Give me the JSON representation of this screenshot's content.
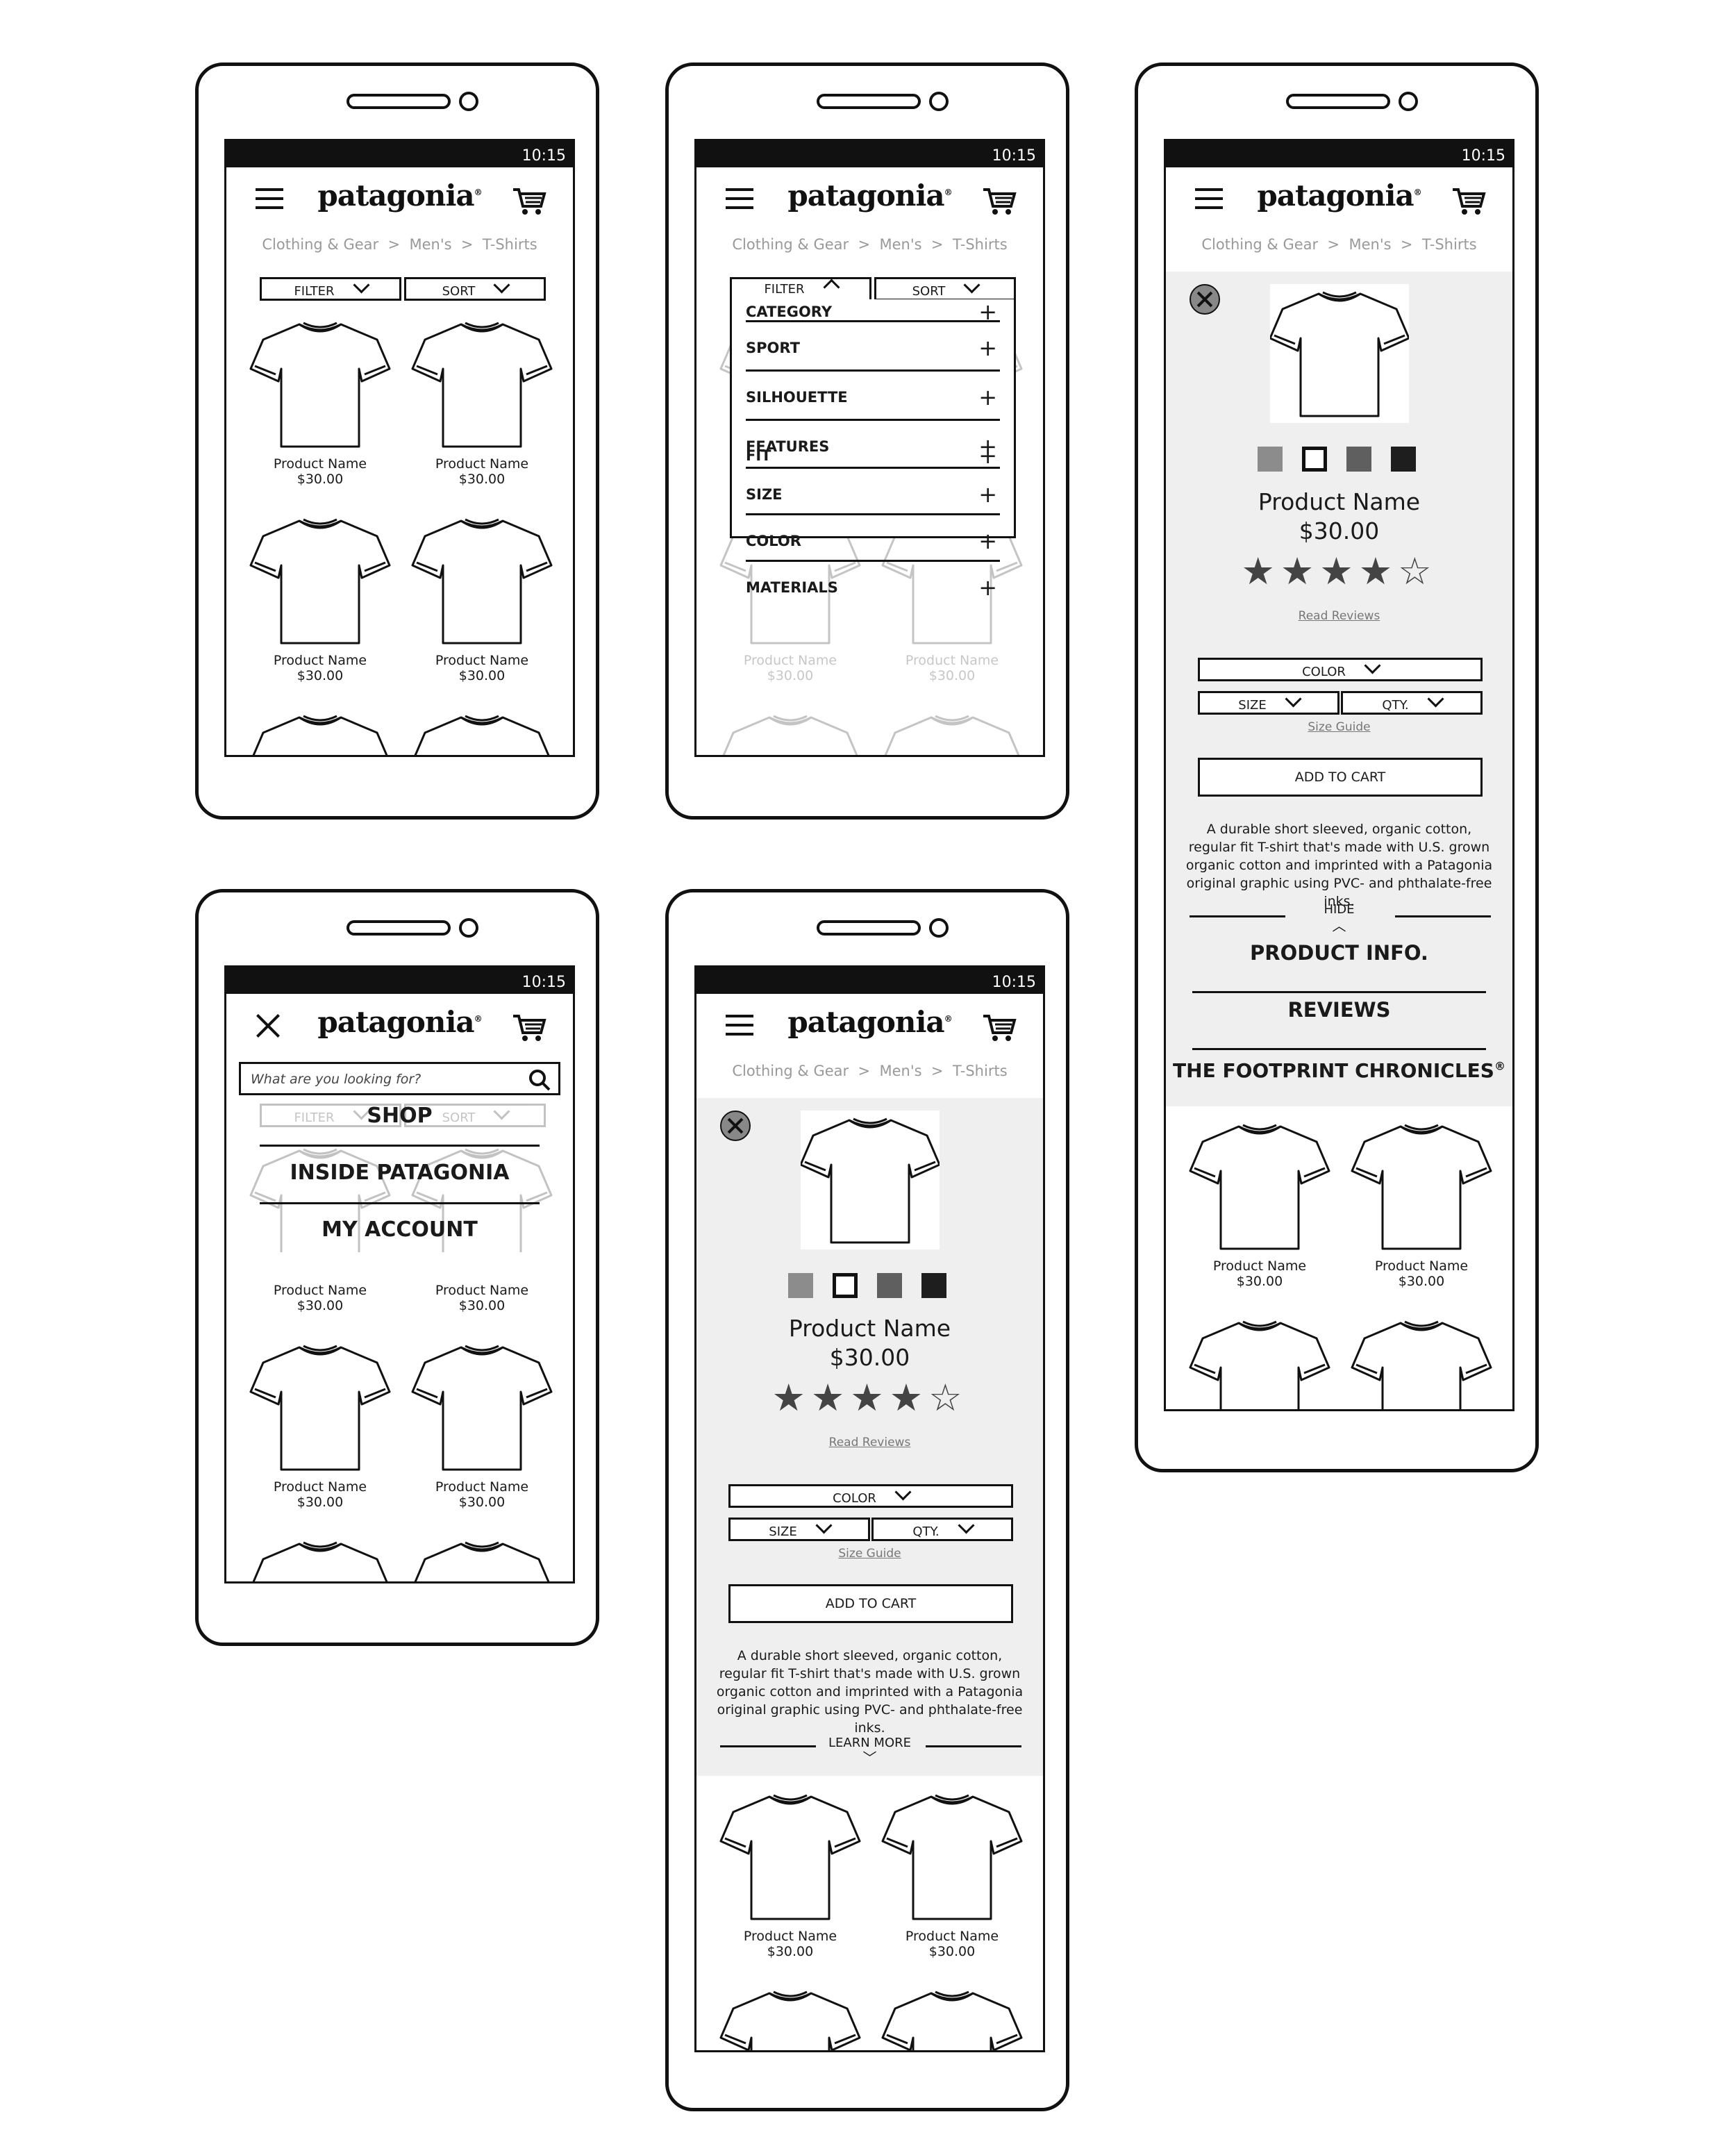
{
  "status_time": "10:15",
  "brand": "patagonia",
  "breadcrumb": {
    "a": "Clothing & Gear",
    "b": "Men's",
    "c": "T-Shirts",
    "sep": ">"
  },
  "filter_label": "FILTER",
  "sort_label": "SORT",
  "product": {
    "name": "Product Name",
    "price": "$30.00"
  },
  "filters": [
    "CATEGORY",
    "SPORT",
    "SILHOUETTE",
    "FEATURES",
    "FIT",
    "SIZE",
    "COLOR",
    "MATERIALS"
  ],
  "search_placeholder": "What are you looking for?",
  "menu": [
    "SHOP",
    "INSIDE PATAGONIA",
    "MY ACCOUNT"
  ],
  "pdp": {
    "read_reviews": "Read Reviews",
    "color": "COLOR",
    "size": "SIZE",
    "qty": "QTY.",
    "size_guide": "Size Guide",
    "add_to_cart": "ADD TO CART",
    "description": "A durable short sleeved, organic cotton, regular fit T-shirt that's made with U.S. grown organic cotton and imprinted with a Patagonia original graphic using PVC- and phthalate-free inks.",
    "learn_more": "LEARN MORE",
    "hide": "HIDE",
    "sections": [
      "PRODUCT INFO.",
      "REVIEWS",
      "THE FOOTPRINT CHRONICLES"
    ],
    "rating": 4,
    "rating_max": 5,
    "swatch_colors": [
      "#8c8c8c",
      "#ffffff",
      "#5f5f5f",
      "#1e1e1e"
    ]
  }
}
